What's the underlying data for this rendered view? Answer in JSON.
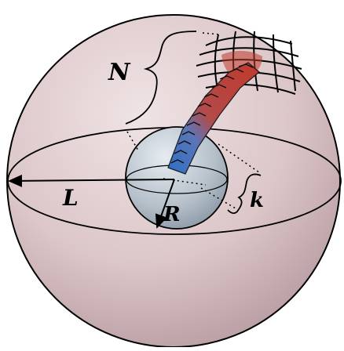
{
  "labels": {
    "n": "N",
    "l": "L",
    "r": "R",
    "k": "k"
  },
  "colors": {
    "outer_sphere": "#d8c1c4",
    "outer_sphere_edge": "#b79aa0",
    "inner_sphere": "#b9c3cc",
    "polymer_blue": "#3d78c9",
    "polymer_red": "#c0392b",
    "outline": "#000000"
  }
}
